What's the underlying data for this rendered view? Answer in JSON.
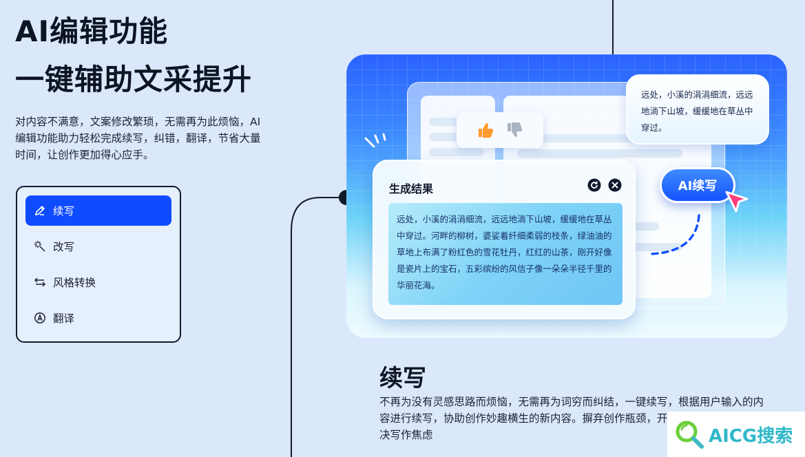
{
  "hero": {
    "title_line1": "AI编辑功能",
    "title_line2": "一键辅助文采提升",
    "description": "对内容不满意，文案修改繁琐，无需再为此烦恼，AI编辑功能助力轻松完成续写，纠错，翻译，节省大量时间，让创作更加得心应手。"
  },
  "menu": {
    "items": [
      {
        "label": "续写",
        "icon": "pen-icon",
        "active": true
      },
      {
        "label": "改写",
        "icon": "magic-wand-icon",
        "active": false
      },
      {
        "label": "风格转换",
        "icon": "swap-arrows-icon",
        "active": false
      },
      {
        "label": "翻译",
        "icon": "translate-icon",
        "active": false
      }
    ]
  },
  "illustration": {
    "bubble_text": "远处，小溪的涓涓细流，远远地淌下山坡，缓缓地在草丛中穿过。",
    "ai_button_label": "AI续写",
    "result_title": "生成结果",
    "result_text": "远处，小溪的涓涓细流，远远地淌下山坡，缓缓地在草丛中穿过。河畔的柳树，婆娑着纤细柔弱的枝条，绿油油的草地上布满了粉红色的雪花牡丹，红红的山茶，刚开好像是瓷片上的宝石，五彩缤纷的风信子像一朵朵半径千里的华丽花海。"
  },
  "section": {
    "title": "续写",
    "body": "不再为没有灵感思路而烦恼，无需再为词穷而纠结，一键续写，根据用户输入的内容进行续写，协助创作妙趣横生的新内容。摒弃创作瓶颈，开拓创作视界，轻松解决写作焦虑"
  },
  "watermark": {
    "text": "AICG搜索"
  },
  "colors": {
    "accent": "#0f4cff",
    "background": "#dbe8fb",
    "thumb_up": "#ff9a2e",
    "cursor": "#ff3d7f"
  }
}
